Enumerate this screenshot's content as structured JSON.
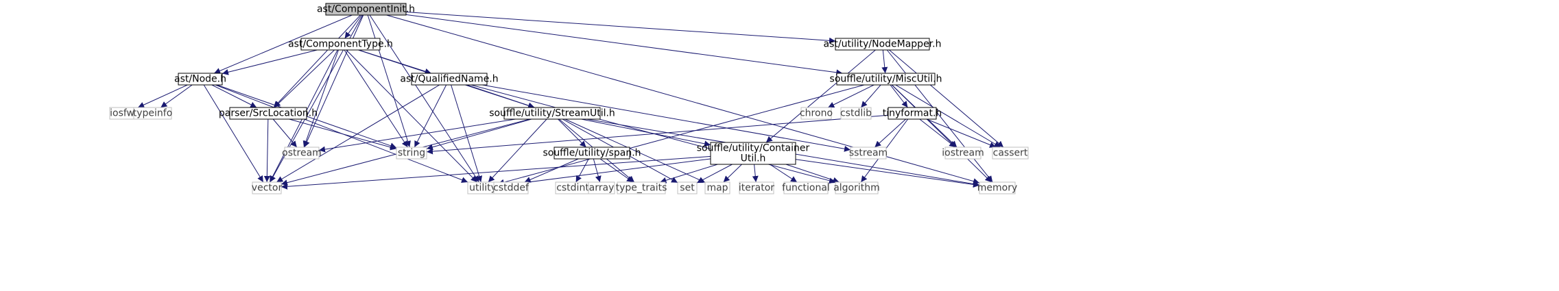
{
  "colors": {
    "edge": "#191970",
    "root_fill": "#bfbfbf",
    "node_border": "#000000",
    "external_border": "#bfbfbf",
    "external_text": "#404040"
  },
  "nodes": {
    "componentinit": {
      "label": "ast/ComponentInit.h",
      "kind": "root"
    },
    "componenttype": {
      "label": "ast/ComponentType.h",
      "kind": "internal"
    },
    "nodemapper": {
      "label": "ast/utility/NodeMapper.h",
      "kind": "internal"
    },
    "node": {
      "label": "ast/Node.h",
      "kind": "internal"
    },
    "qualifiedname": {
      "label": "ast/QualifiedName.h",
      "kind": "internal"
    },
    "miscutil": {
      "label": "souffle/utility/MiscUtil.h",
      "kind": "internal"
    },
    "srclocation": {
      "label": "parser/SrcLocation.h",
      "kind": "internal"
    },
    "streamutil": {
      "label": "souffle/utility/StreamUtil.h",
      "kind": "internal"
    },
    "tinyformat": {
      "label": "tinyformat.h",
      "kind": "internal"
    },
    "span": {
      "label": "souffle/utility/span.h",
      "kind": "internal"
    },
    "containerutil": {
      "label": [
        "souffle/utility/Container",
        "Util.h"
      ],
      "kind": "internal"
    },
    "iosfwd": {
      "label": "iosfwd",
      "kind": "external"
    },
    "typeinfo": {
      "label": "typeinfo",
      "kind": "external"
    },
    "chrono": {
      "label": "chrono",
      "kind": "external"
    },
    "cstdlib": {
      "label": "cstdlib",
      "kind": "external"
    },
    "ostream": {
      "label": "ostream",
      "kind": "external"
    },
    "string": {
      "label": "string",
      "kind": "external"
    },
    "sstream": {
      "label": "sstream",
      "kind": "external"
    },
    "iostream": {
      "label": "iostream",
      "kind": "external"
    },
    "cassert": {
      "label": "cassert",
      "kind": "external"
    },
    "vector": {
      "label": "vector",
      "kind": "external"
    },
    "utility": {
      "label": "utility",
      "kind": "external"
    },
    "cstddef": {
      "label": "cstddef",
      "kind": "external"
    },
    "cstdint": {
      "label": "cstdint",
      "kind": "external"
    },
    "array": {
      "label": "array",
      "kind": "external"
    },
    "type_traits": {
      "label": "type_traits",
      "kind": "external"
    },
    "set": {
      "label": "set",
      "kind": "external"
    },
    "map": {
      "label": "map",
      "kind": "external"
    },
    "iterator": {
      "label": "iterator",
      "kind": "external"
    },
    "functional": {
      "label": "functional",
      "kind": "external"
    },
    "algorithm": {
      "label": "algorithm",
      "kind": "external"
    },
    "memory": {
      "label": "memory",
      "kind": "external"
    }
  },
  "edges": [
    [
      "componentinit",
      "componenttype"
    ],
    [
      "componentinit",
      "node"
    ],
    [
      "componentinit",
      "srclocation"
    ],
    [
      "componentinit",
      "ostream"
    ],
    [
      "componentinit",
      "string"
    ],
    [
      "componentinit",
      "vector"
    ],
    [
      "componentinit",
      "utility"
    ],
    [
      "componentinit",
      "nodemapper"
    ],
    [
      "componentinit",
      "miscutil"
    ],
    [
      "componentinit",
      "memory"
    ],
    [
      "componenttype",
      "node"
    ],
    [
      "componenttype",
      "srclocation"
    ],
    [
      "componenttype",
      "qualifiedname"
    ],
    [
      "componenttype",
      "streamutil"
    ],
    [
      "componenttype",
      "ostream"
    ],
    [
      "componenttype",
      "string"
    ],
    [
      "componenttype",
      "utility"
    ],
    [
      "componenttype",
      "vector"
    ],
    [
      "node",
      "iosfwd"
    ],
    [
      "node",
      "typeinfo"
    ],
    [
      "node",
      "srclocation"
    ],
    [
      "node",
      "string"
    ],
    [
      "node",
      "vector"
    ],
    [
      "node",
      "utility"
    ],
    [
      "srclocation",
      "ostream"
    ],
    [
      "srclocation",
      "string"
    ],
    [
      "srclocation",
      "vector"
    ],
    [
      "qualifiedname",
      "streamutil"
    ],
    [
      "qualifiedname",
      "string"
    ],
    [
      "qualifiedname",
      "utility"
    ],
    [
      "qualifiedname",
      "vector"
    ],
    [
      "qualifiedname",
      "algorithm"
    ],
    [
      "qualifiedname",
      "sstream"
    ],
    [
      "streamutil",
      "span"
    ],
    [
      "streamutil",
      "containerutil"
    ],
    [
      "streamutil",
      "ostream"
    ],
    [
      "streamutil",
      "string"
    ],
    [
      "streamutil",
      "utility"
    ],
    [
      "streamutil",
      "vector"
    ],
    [
      "streamutil",
      "type_traits"
    ],
    [
      "streamutil",
      "set"
    ],
    [
      "streamutil",
      "map"
    ],
    [
      "streamutil",
      "memory"
    ],
    [
      "span",
      "cstddef"
    ],
    [
      "span",
      "cstdint"
    ],
    [
      "span",
      "array"
    ],
    [
      "span",
      "type_traits"
    ],
    [
      "containerutil",
      "vector"
    ],
    [
      "containerutil",
      "utility"
    ],
    [
      "containerutil",
      "type_traits"
    ],
    [
      "containerutil",
      "set"
    ],
    [
      "containerutil",
      "map"
    ],
    [
      "containerutil",
      "iterator"
    ],
    [
      "containerutil",
      "functional"
    ],
    [
      "containerutil",
      "algorithm"
    ],
    [
      "containerutil",
      "memory"
    ],
    [
      "nodemapper",
      "miscutil"
    ],
    [
      "nodemapper",
      "containerutil"
    ],
    [
      "nodemapper",
      "cassert"
    ],
    [
      "nodemapper",
      "memory"
    ],
    [
      "miscutil",
      "tinyformat"
    ],
    [
      "miscutil",
      "chrono"
    ],
    [
      "miscutil",
      "cstdlib"
    ],
    [
      "miscutil",
      "iostream"
    ],
    [
      "miscutil",
      "cassert"
    ],
    [
      "miscutil",
      "memory"
    ],
    [
      "miscutil",
      "utility"
    ],
    [
      "tinyformat",
      "string"
    ],
    [
      "tinyformat",
      "sstream"
    ],
    [
      "tinyformat",
      "iostream"
    ],
    [
      "tinyformat",
      "cassert"
    ],
    [
      "tinyformat",
      "algorithm"
    ]
  ]
}
